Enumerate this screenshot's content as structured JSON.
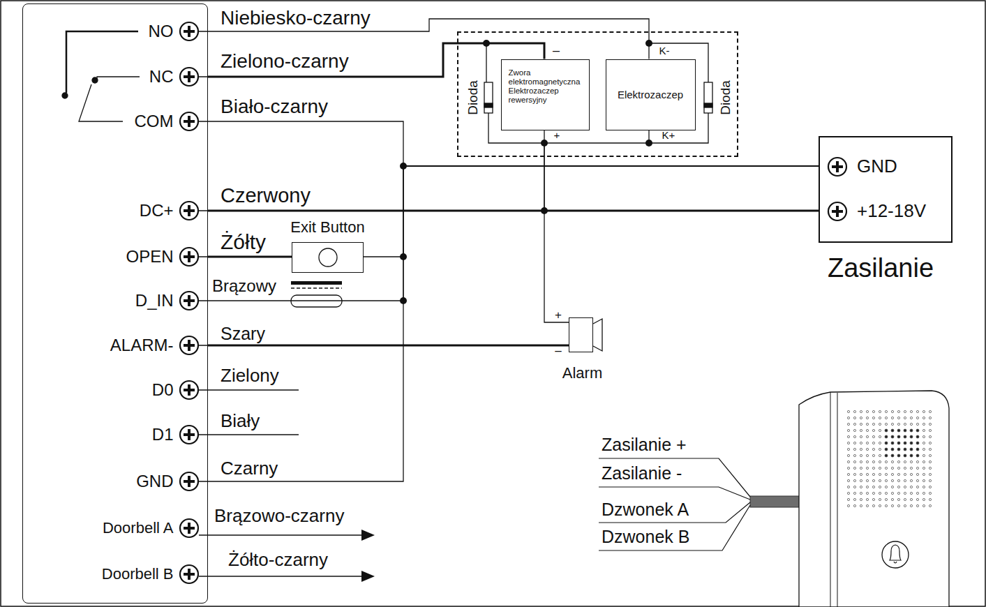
{
  "diagram": {
    "nodes": [
      {
        "text": [
          "NO",
          "NC",
          "COM",
          "DC+",
          "OPEN",
          "D_IN",
          "ALARM-",
          "D0",
          "D1",
          "GND",
          "Doorbell A",
          "Doorbell B"
        ]
      },
      {
        "text": [
          "Dioda",
          "Dioda"
        ]
      },
      {
        "text": [
          "Zwora elektromagnetyczna Elektrozaczep rewersyjny"
        ],
        "in": 1
      },
      {
        "text": [
          "Elektrozaczep"
        ],
        "in": 1
      },
      {
        "text": [
          "GND",
          "+12-18V",
          "Zasilanie"
        ]
      },
      {
        "text": [
          "Exit Button"
        ]
      },
      {
        "text": [
          "Alarm"
        ]
      }
    ],
    "edges": [
      {
        "from": 0,
        "to": 3,
        "arrow": "none",
        "label": "Niebiesko-czarny"
      },
      {
        "from": 0,
        "to": 2,
        "arrow": "none",
        "label": "Zielono-czarny"
      },
      {
        "from": 0,
        "to": 4,
        "arrow": "none",
        "label": "Biało-czarny"
      },
      {
        "from": 0,
        "to": 4,
        "arrow": "none",
        "label": "Czerwony"
      },
      {
        "from": 0,
        "to": 5,
        "arrow": "none",
        "label": "Żółty"
      },
      {
        "from": 5,
        "to": 4,
        "arrow": "none"
      },
      {
        "from": 0,
        "to": 4,
        "arrow": "none",
        "label": "Brązowy"
      },
      {
        "from": 0,
        "to": 6,
        "arrow": "none",
        "label": "Szary"
      },
      {
        "from": 6,
        "to": 4,
        "arrow": "none"
      },
      {
        "from": 0,
        "to": 4,
        "arrow": "none",
        "label": "Czarny"
      },
      {
        "from": 2,
        "to": 4,
        "arrow": "none"
      },
      {
        "from": 3,
        "to": 4,
        "arrow": "none"
      }
    ],
    "labels": [
      "–",
      "+",
      "K-",
      "K+",
      "+",
      "–",
      "Zielony",
      "Biały",
      "Brązowo-czarny",
      "Żółto-czarny",
      "Zasilanie +",
      "Zasilanie -",
      "Dzwonek A",
      "Dzwonek B"
    ]
  }
}
